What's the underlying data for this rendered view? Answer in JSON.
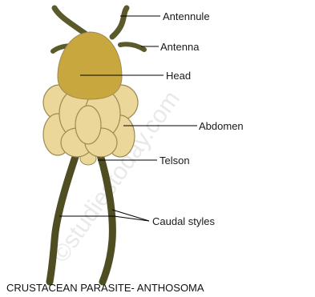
{
  "diagram": {
    "labels": {
      "antennule": "Antennule",
      "antenna": "Antenna",
      "head": "Head",
      "abdomen": "Abdomen",
      "telson": "Telson",
      "caudal_styles": "Caudal styles"
    },
    "caption": "CRUSTACEAN PARASITE- ANTHOSOMA",
    "watermark": "©studiestoday.com",
    "colors": {
      "appendage": "#5b5a2a",
      "head_fill": "#c9a73f",
      "abdomen_fill": "#ebd79a",
      "outline": "#9c8a52",
      "leader": "#000000"
    }
  }
}
